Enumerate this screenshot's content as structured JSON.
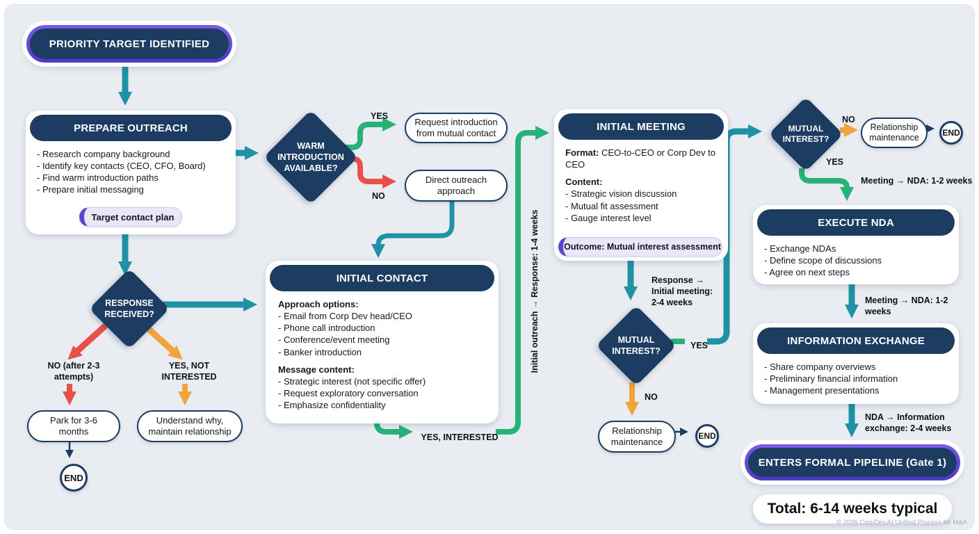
{
  "colors": {
    "navy": "#1d3c62",
    "teal": "#1f93a5",
    "green": "#27b377",
    "red": "#e8504a",
    "orange": "#f2a33c",
    "purple": "#5b44d0",
    "lavender": "#eae7f9",
    "background": "#e9edf2"
  },
  "start": {
    "label": "PRIORITY TARGET IDENTIFIED"
  },
  "prepare_outreach": {
    "title": "PREPARE OUTREACH",
    "items": [
      "- Research company background",
      "- Identify key contacts (CEO, CFO, Board)",
      "- Find warm introduction paths",
      "- Prepare initial messaging"
    ],
    "badge": "Target contact plan"
  },
  "warm_intro": {
    "question": "WARM\nINTRODUCTION\nAVAILABLE?",
    "yes_label": "YES",
    "no_label": "NO"
  },
  "request_intro": {
    "label": "Request introduction\nfrom mutual contact"
  },
  "direct_outreach": {
    "label": "Direct outreach\napproach"
  },
  "response_received": {
    "question": "RESPONSE\nRECEIVED?",
    "no_label": "NO (after 2-3\nattempts)",
    "yes_not_label": "YES, NOT\nINTERESTED"
  },
  "park": {
    "label": "Park for 3-6\nmonths"
  },
  "understand": {
    "label": "Understand why,\nmaintain relationship"
  },
  "initial_contact": {
    "title": "INITIAL CONTACT",
    "approach_header": "Approach options:",
    "approach_items": [
      "- Email from Corp Dev head/CEO",
      "- Phone call introduction",
      "- Conference/event meeting",
      "- Banker introduction"
    ],
    "message_header": "Message content:",
    "message_items": [
      "- Strategic interest (not specific offer)",
      "- Request exploratory conversation",
      "- Emphasize confidentiality"
    ],
    "yes_interested_label": "YES, INTERESTED"
  },
  "timeline_vertical": {
    "label": "Initial outreach → Response: 1-4 weeks"
  },
  "initial_meeting": {
    "title": "INITIAL MEETING",
    "format_label": "Format:",
    "format_value": " CEO-to-CEO or Corp Dev to CEO",
    "content_label": "Content:",
    "content_items": [
      "- Strategic vision discussion",
      "- Mutual fit assessment",
      "- Gauge interest level"
    ],
    "outcome_badge": "Outcome: Mutual interest assessment",
    "out_timing": "Response →\nInitial meeting:\n2-4 weeks"
  },
  "mid_mutual": {
    "question": "MUTUAL\nINTEREST?",
    "yes_label": "YES",
    "no_label": "NO"
  },
  "relationship_maintenance": {
    "label": "Relationship\nmaintenance"
  },
  "end_node": {
    "label": "END"
  },
  "top_mutual": {
    "question": "MUTUAL\nINTEREST?",
    "no_label": "NO",
    "yes_label": "YES",
    "yes_timing": "Meeting → NDA: 1-2 weeks"
  },
  "execute_nda": {
    "title": "EXECUTE NDA",
    "items": [
      "- Exchange NDAs",
      "- Define scope of discussions",
      "- Agree on next steps"
    ],
    "out_timing": "Meeting → NDA: 1-2 weeks"
  },
  "info_exchange": {
    "title": "INFORMATION EXCHANGE",
    "items": [
      "- Share company overviews",
      "- Preliminary financial information",
      "- Management presentations"
    ],
    "out_timing": "NDA → Information\nexchange: 2-4 weeks"
  },
  "pipeline": {
    "label": "ENTERS FORMAL PIPELINE (Gate 1)"
  },
  "total": {
    "label": "Total: 6-14 weeks typical"
  },
  "footer": {
    "copyright": "© 2026 CorpDev.AI Unified Process for M&A"
  }
}
